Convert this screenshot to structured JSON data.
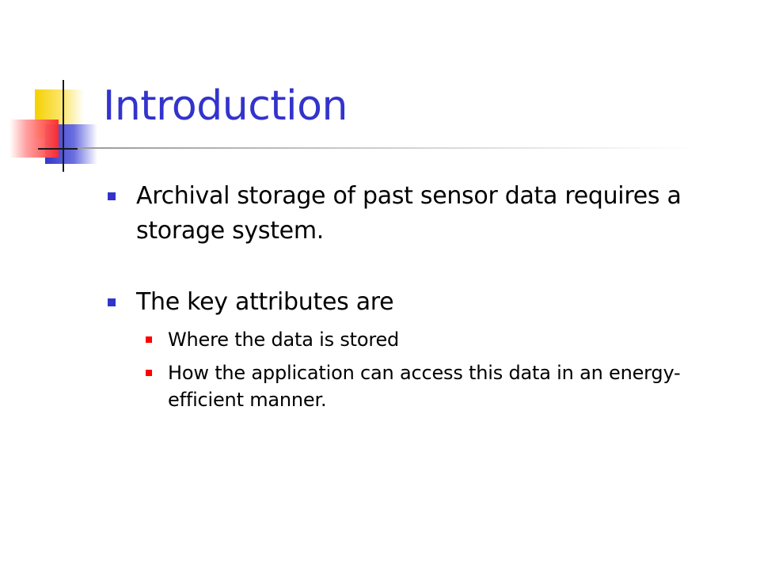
{
  "slide": {
    "title": "Introduction",
    "bullets": [
      {
        "text": "Archival storage of past sensor data requires a storage system."
      },
      {
        "text": "The key attributes are"
      }
    ],
    "sub_bullets": [
      {
        "text": "Where the data is stored"
      },
      {
        "text": "How the application can access this data in an energy-efficient manner."
      }
    ]
  },
  "colors": {
    "title": "#3333cc",
    "bullet_marker": "#3333cc",
    "sub_bullet_marker": "#ff0000",
    "text": "#000000"
  }
}
